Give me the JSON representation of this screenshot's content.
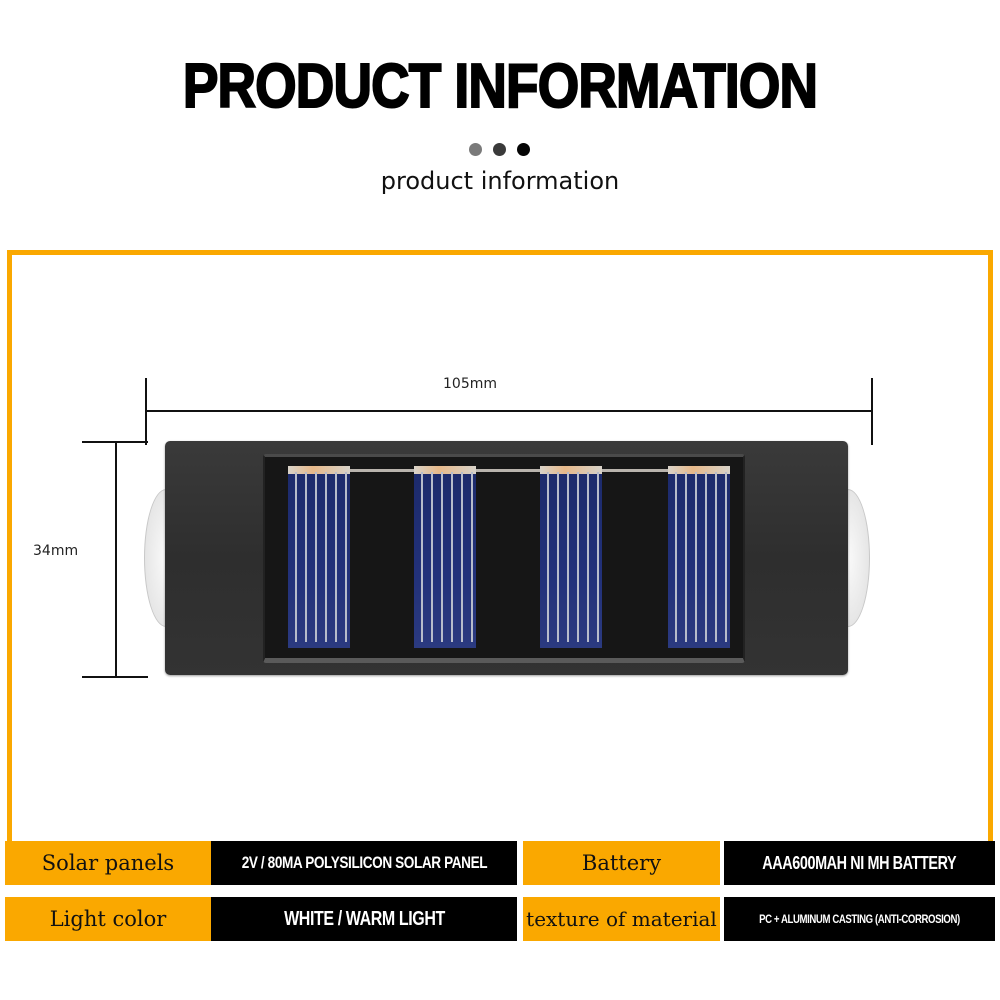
{
  "header": {
    "title": "PRODUCT INFORMATION",
    "dots": [
      "#7a7a7a",
      "#3a3a3a",
      "#050505"
    ],
    "subtitle": "product information"
  },
  "colors": {
    "accent": "#FAA800",
    "value_bg": "#000000",
    "solar_cell": "#22317a",
    "body": "#333333"
  },
  "dimensions": {
    "width_label": "105mm",
    "height_label": "34mm"
  },
  "product": {
    "solar_cells": 4
  },
  "specs": [
    {
      "label": "Solar panels",
      "value": "2V / 80MA POLYSILICON SOLAR PANEL"
    },
    {
      "label": "Battery",
      "value": "AAA600MAH NI MH BATTERY"
    },
    {
      "label": "Light color",
      "value": "WHITE / WARM LIGHT"
    },
    {
      "label": "texture of material",
      "value": "PC + ALUMINUM CASTING (ANTI-CORROSION)"
    }
  ]
}
